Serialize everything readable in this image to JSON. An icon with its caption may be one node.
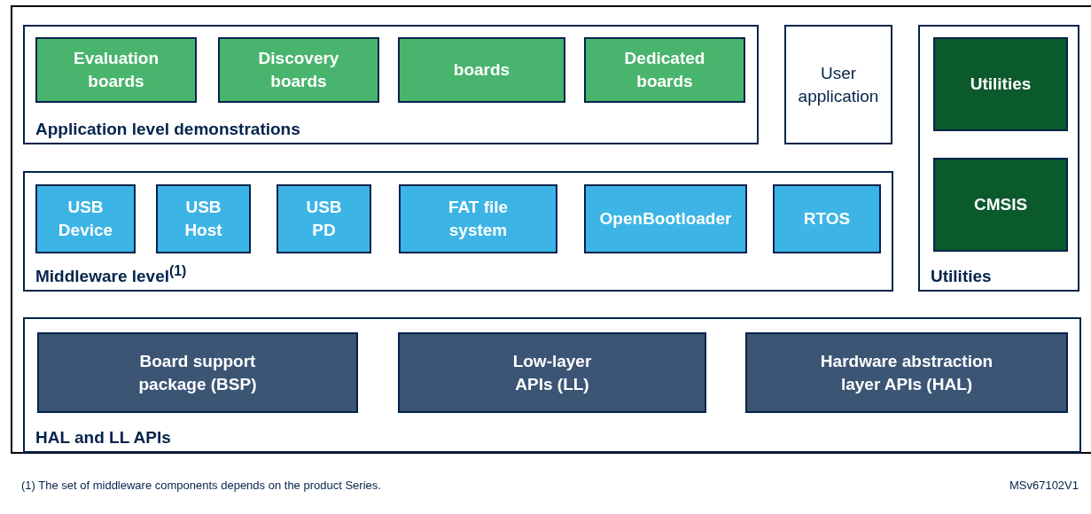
{
  "diagram": {
    "nodes": [
      {
        "text": [
          "Application level demonstrations"
        ]
      },
      {
        "text": [
          "Evaluation boards"
        ],
        "in": 0
      },
      {
        "text": [
          "Discovery boards"
        ],
        "in": 0
      },
      {
        "text": [
          "boards"
        ],
        "in": 0
      },
      {
        "text": [
          "Dedicated boards"
        ],
        "in": 0
      },
      {
        "text": [
          "User application"
        ]
      },
      {
        "text": [
          "Middleware level$^{(1)}$"
        ]
      },
      {
        "text": [
          "USB Device"
        ],
        "in": 6
      },
      {
        "text": [
          "USB Host"
        ],
        "in": 6
      },
      {
        "text": [
          "USB PD"
        ],
        "in": 6
      },
      {
        "text": [
          "FAT file system"
        ],
        "in": 6
      },
      {
        "text": [
          "OpenBootloader"
        ],
        "in": 6
      },
      {
        "text": [
          "RTOS"
        ],
        "in": 6
      },
      {
        "text": [
          "Utilities"
        ]
      },
      {
        "text": [
          "Utilities"
        ],
        "in": 13
      },
      {
        "text": [
          "CMSIS"
        ],
        "in": 13
      },
      {
        "text": [
          "HAL and LL APIs"
        ]
      },
      {
        "text": [
          "Board support package (BSP)"
        ],
        "in": 16
      },
      {
        "text": [
          "Low-layer APIs (LL)"
        ],
        "in": 16
      },
      {
        "text": [
          "Hardware abstraction layer APIs (HAL)"
        ],
        "in": 16
      }
    ],
    "labels": [
      "(1) The set of middleware components depends on the product Series.",
      "MSv67102V1"
    ]
  }
}
